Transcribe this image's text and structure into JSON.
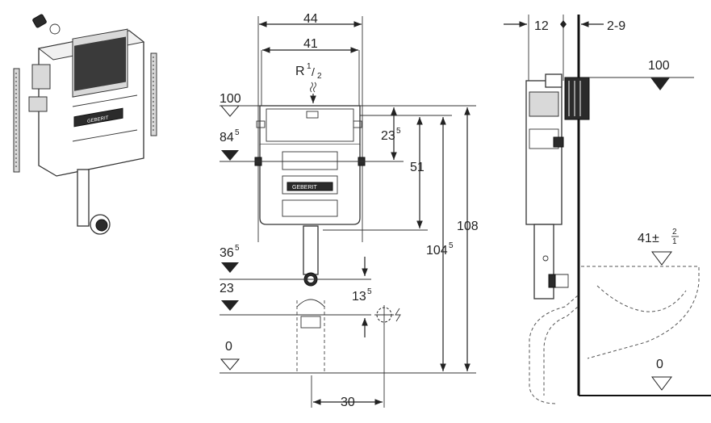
{
  "front": {
    "width_outer": "44",
    "width_inner": "41",
    "supply_thread": "R",
    "supply_thread_frac_num": "1",
    "supply_thread_frac_den": "2",
    "level_100": "100",
    "level_84": "84",
    "level_84_sup": "5",
    "dim_23": "23",
    "dim_23_sup": "5",
    "dim_51": "51",
    "dim_104": "104",
    "dim_104_sup": "5",
    "dim_108": "108",
    "level_36": "36",
    "level_36_sup": "5",
    "level_23": "23",
    "dim_13": "13",
    "dim_13_sup": "5",
    "level_0": "0",
    "dim_30": "30",
    "brand_plate": "GEBERIT"
  },
  "side": {
    "dim_12": "12",
    "dim_2_9": "2-9",
    "level_100": "100",
    "level_41": "41",
    "tol_plus": "2",
    "tol_minus": "1",
    "level_0": "0"
  },
  "iso": {
    "brand_plate": "GEBERIT"
  }
}
